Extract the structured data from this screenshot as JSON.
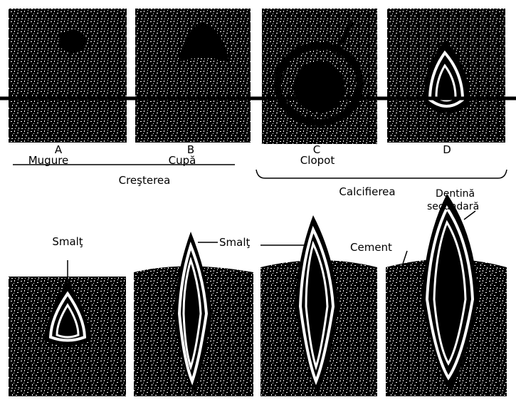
{
  "stages": [
    {
      "letter": "A",
      "name": "Mugure"
    },
    {
      "letter": "B",
      "name": "Cupă"
    },
    {
      "letter": "C",
      "name": "Clopot"
    },
    {
      "letter": "D",
      "name": ""
    }
  ],
  "phases": {
    "growth": "Creşterea",
    "calcification": "Calcifierea"
  },
  "callouts": {
    "enamel_1": "Smalţ",
    "enamel_2": "Smalţ",
    "cement": "Cement",
    "secondary_dentin_1": "Dentină",
    "secondary_dentin_2": "secundară"
  },
  "colors": {
    "ink": "#000000",
    "paper": "#ffffff"
  }
}
